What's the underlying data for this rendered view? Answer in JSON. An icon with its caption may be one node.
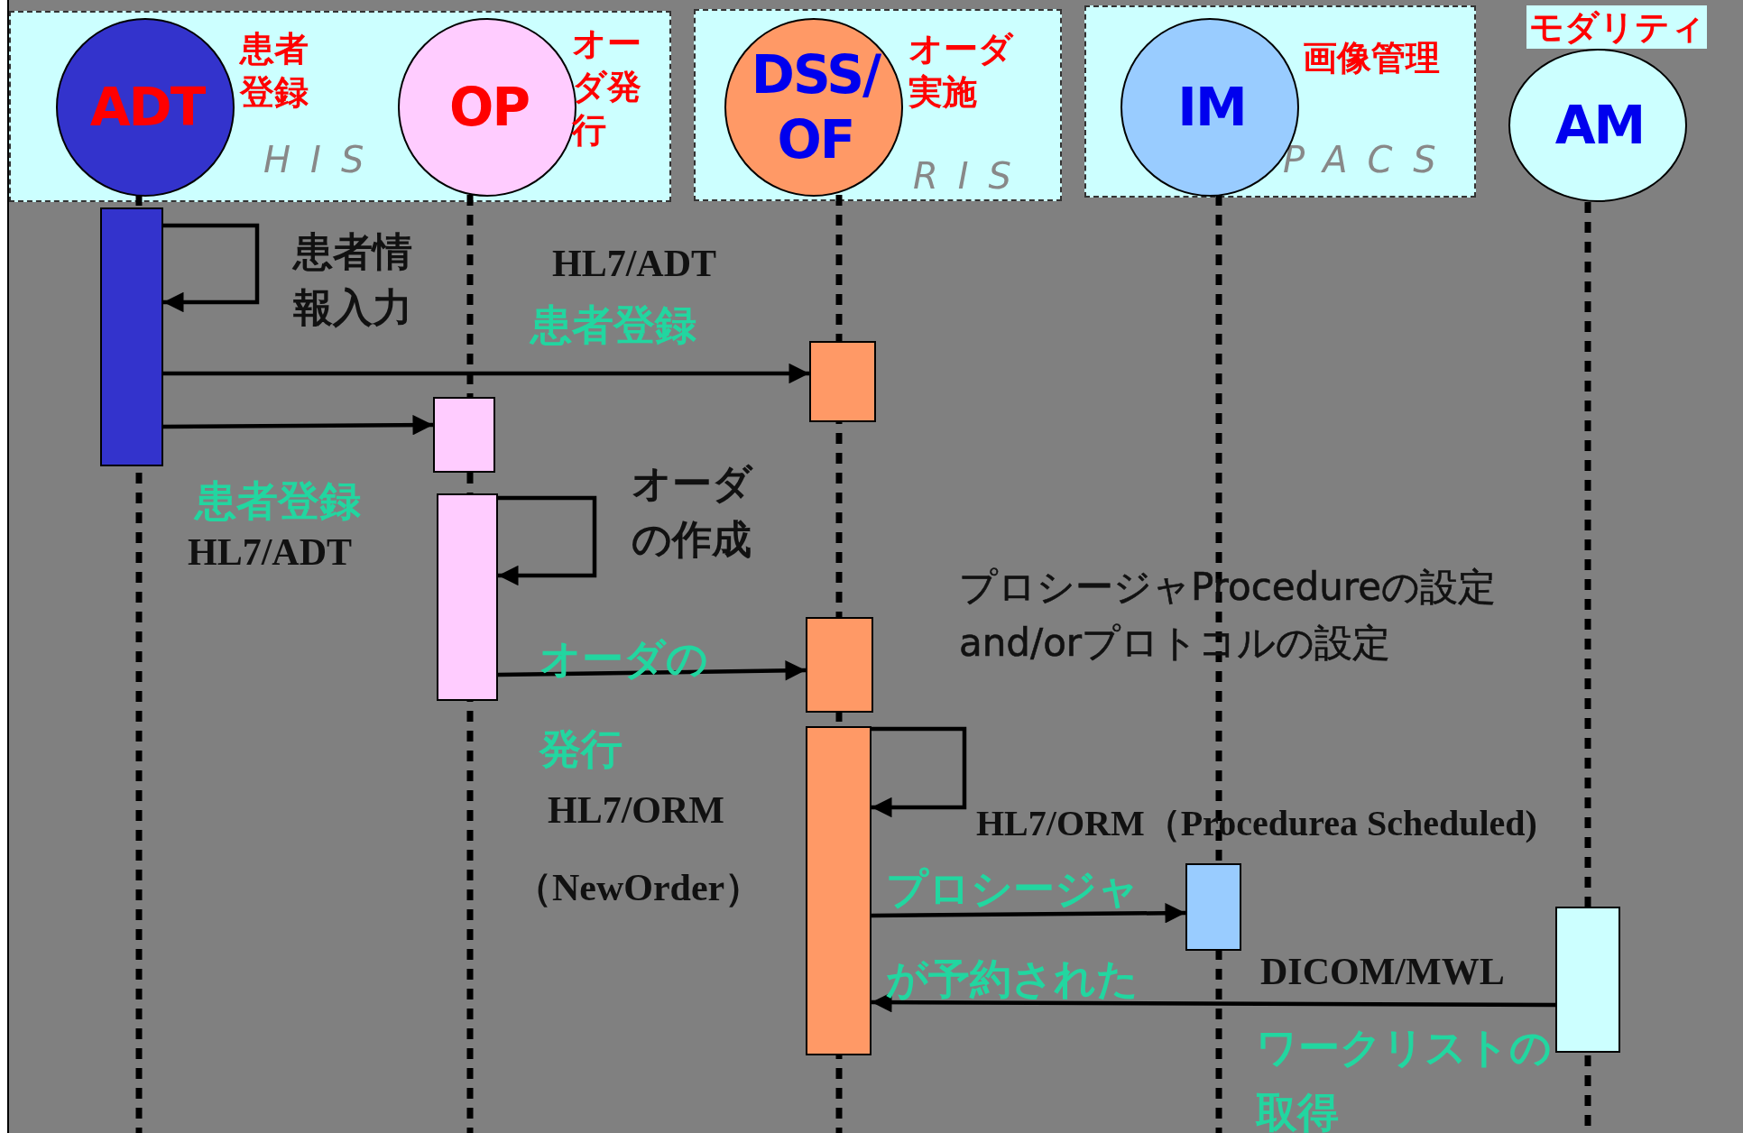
{
  "diagram": {
    "nodes": [
      {
        "text": [
          "HIS"
        ]
      },
      {
        "text": [
          "ADT"
        ],
        "in": 0,
        "beside": [
          "患者登録"
        ]
      },
      {
        "text": [
          "OP"
        ],
        "in": 0,
        "beside": [
          "オーダ発行"
        ]
      },
      {
        "text": [
          "RIS"
        ]
      },
      {
        "text": [
          "DSS/ OF"
        ],
        "in": 3,
        "beside": [
          "オーダ実施"
        ]
      },
      {
        "text": [
          "PACS"
        ]
      },
      {
        "text": [
          "IM"
        ],
        "in": 5,
        "beside": [
          "画像管理"
        ]
      },
      {
        "text": [
          "AM"
        ],
        "beside": [
          "モダリティ"
        ]
      },
      {
        "text": [],
        "shape": "bar"
      },
      {
        "text": [],
        "shape": "bar"
      },
      {
        "text": [],
        "shape": "bar"
      },
      {
        "text": [],
        "shape": "bar"
      },
      {
        "text": [],
        "shape": "bar"
      },
      {
        "text": [],
        "shape": "bar"
      },
      {
        "text": [],
        "shape": "bar"
      },
      {
        "text": [],
        "shape": "bar"
      }
    ],
    "edges": [
      {
        "from": 8,
        "to": 8,
        "arrow": "to",
        "label": "患者情報入力"
      },
      {
        "from": 8,
        "to": 9,
        "arrow": "to",
        "label": "HL7/ADT"
      },
      {
        "from": 8,
        "to": 10,
        "arrow": "to",
        "label": "HL7/ADT"
      },
      {
        "from": 11,
        "to": 11,
        "arrow": "to",
        "label": "オーダの作成"
      },
      {
        "from": 11,
        "to": 12,
        "arrow": "to",
        "label": "HL7/ORM （NewOrder）"
      },
      {
        "from": 13,
        "to": 13,
        "arrow": "to",
        "label": "プロシージャProcedureの設定and/orプロトコルの設定"
      },
      {
        "from": 13,
        "to": 14,
        "arrow": "to",
        "label": "プロシージャが予約された"
      },
      {
        "from": 15,
        "to": 13,
        "arrow": "to",
        "label": "DICOM/MWL"
      }
    ],
    "labels": [
      "患者登録",
      "患者登録",
      "オーダの発行",
      "HL7/ORM（Procedurea Scheduled)",
      "ワークリストの取得"
    ]
  }
}
